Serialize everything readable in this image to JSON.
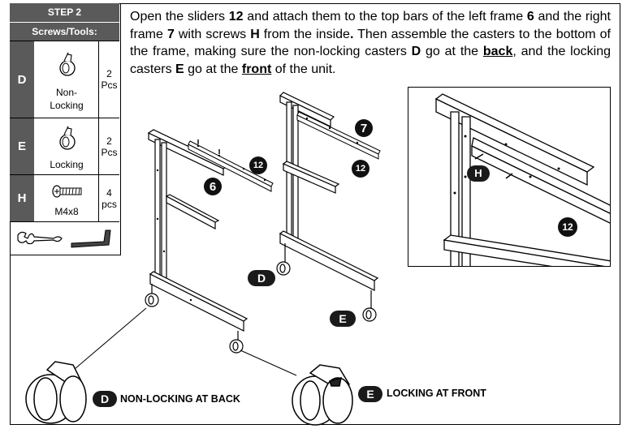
{
  "step": {
    "title": "STEP 2",
    "tools_heading": "Screws/Tools:"
  },
  "parts": [
    {
      "letter": "D",
      "name_line1": "Non-",
      "name_line2": "Locking",
      "qty_line1": "2",
      "qty_line2": "Pcs",
      "icon": "caster-icon"
    },
    {
      "letter": "E",
      "name_line1": "Locking",
      "qty_line1": "2",
      "qty_line2": "Pcs",
      "icon": "caster-icon"
    },
    {
      "letter": "H",
      "name_line1": "M4x8",
      "qty_line1": "4",
      "qty_line2": "pcs",
      "icon": "screw-icon"
    }
  ],
  "tools": [
    "wrench-icon",
    "allen-key-icon"
  ],
  "instructions": {
    "t1": "Open the sliders ",
    "b1": "12",
    "t2": " and attach them to the top bars of the left frame ",
    "b2": "6",
    "t3": " and the right frame ",
    "b3": "7",
    "t4": " with screws ",
    "b4": "H",
    "t5": " from the inside",
    "b5": ".",
    "t6": " Then assemble the casters to the bottom of the frame, making sure the non-locking casters ",
    "b6": "D",
    "t7": " go at the ",
    "u1": "back",
    "t8": ", and the locking casters ",
    "b7": "E",
    "t9": " go at the ",
    "u2": "front",
    "t10": " of the unit."
  },
  "callouts": {
    "slider_left": "12",
    "frame_left": "6",
    "frame_right": "7",
    "slider_right": "12",
    "caster_d": "D",
    "caster_e": "E",
    "detail_screw": "H",
    "detail_slider": "12"
  },
  "captions": {
    "non_locking_letter": "D",
    "non_locking": "NON-LOCKING AT BACK",
    "locking_letter": "E",
    "locking": "LOCKING AT FRONT"
  }
}
